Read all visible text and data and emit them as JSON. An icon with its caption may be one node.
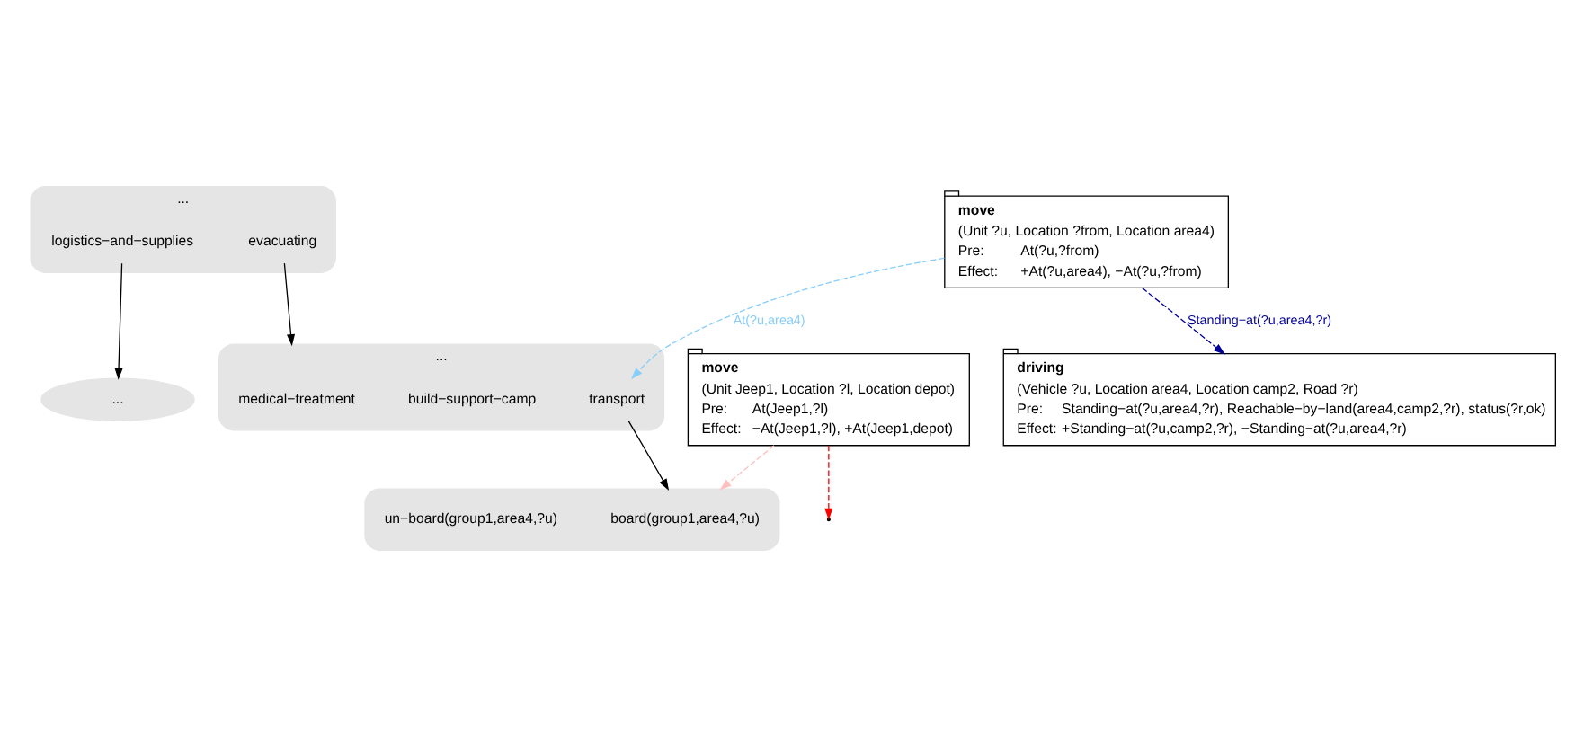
{
  "diagram": {
    "nodes": [
      {
        "text": [
          "..."
        ]
      },
      {
        "text": [
          "..."
        ]
      },
      {
        "text": [
          "logistics−and−supplies"
        ],
        "in": 1
      },
      {
        "text": [
          "evacuating"
        ],
        "in": 1
      },
      {
        "text": [
          "..."
        ]
      },
      {
        "text": [
          "medical−treatment"
        ],
        "in": 4
      },
      {
        "text": [
          "build−support−camp"
        ],
        "in": 4
      },
      {
        "text": [
          "transport"
        ],
        "in": 4
      },
      {
        "text": [],
        "shape": "ellipse"
      },
      {
        "text": [
          "board(group1,area4,?u)"
        ],
        "in": 8
      },
      {
        "text": [
          "un−board(group1,area4,?u)"
        ],
        "in": 8
      },
      {
        "text": [
          "move",
          "(Unit Jeep1, Location ?l, Location depot)",
          "Pre:",
          "At(Jeep1,?l)",
          "Effect:",
          "−At(Jeep1,?l), +At(Jeep1,depot)"
        ]
      },
      {
        "text": [
          "move",
          "(Unit ?u, Location ?from, Location area4)",
          "Pre:",
          "At(?u,?from)",
          "Effect:",
          "+At(?u,area4), −At(?u,?from)"
        ]
      },
      {
        "text": [
          "driving",
          "(Vehicle ?u, Location area4, Location camp2, Road ?r)",
          "Pre:",
          "Standing−at(?u,area4,?r), Reachable−by−land(area4,camp2,?r), status(?r,ok)",
          "Effect:",
          "+Standing−at(?u,camp2,?r), −Standing−at(?u,area4,?r)"
        ]
      }
    ],
    "edges": [
      {
        "from": 2,
        "to": 0,
        "arrow": "to"
      },
      {
        "from": 3,
        "to": 4,
        "arrow": "to"
      },
      {
        "from": 7,
        "to": 8,
        "arrow": "to"
      },
      {
        "from": 11,
        "to": 8,
        "arrow": "to",
        "style": "dashed",
        "color": "#ffc0c0"
      },
      {
        "from": 11,
        "to": null,
        "arrow": "to",
        "style": "dashed",
        "color": "#ff0000"
      },
      {
        "from": 12,
        "to": 13,
        "arrow": "to",
        "style": "dashed",
        "color": "#000099",
        "label": "Standing−at(?u,area4,?r)"
      },
      {
        "from": 12,
        "to": 7,
        "arrow": "to",
        "style": "dashed",
        "color": "#87cefa",
        "label": "At(?u,area4)"
      }
    ]
  }
}
